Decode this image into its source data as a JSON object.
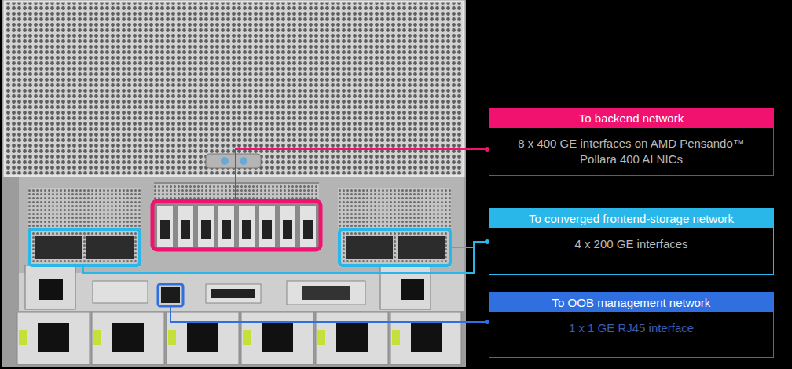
{
  "diagram": {
    "nodes": [
      {
        "text": [
          "To backend network",
          "8 x 400 GE interfaces on AMD Pensando™ Pollara 400 AI NICs"
        ]
      },
      {
        "text": [
          "To converged frontend-storage network",
          "4 x 200 GE interfaces"
        ]
      },
      {
        "text": [
          "To OOB management network",
          "1 x 1 GE RJ45 interface"
        ]
      }
    ]
  }
}
